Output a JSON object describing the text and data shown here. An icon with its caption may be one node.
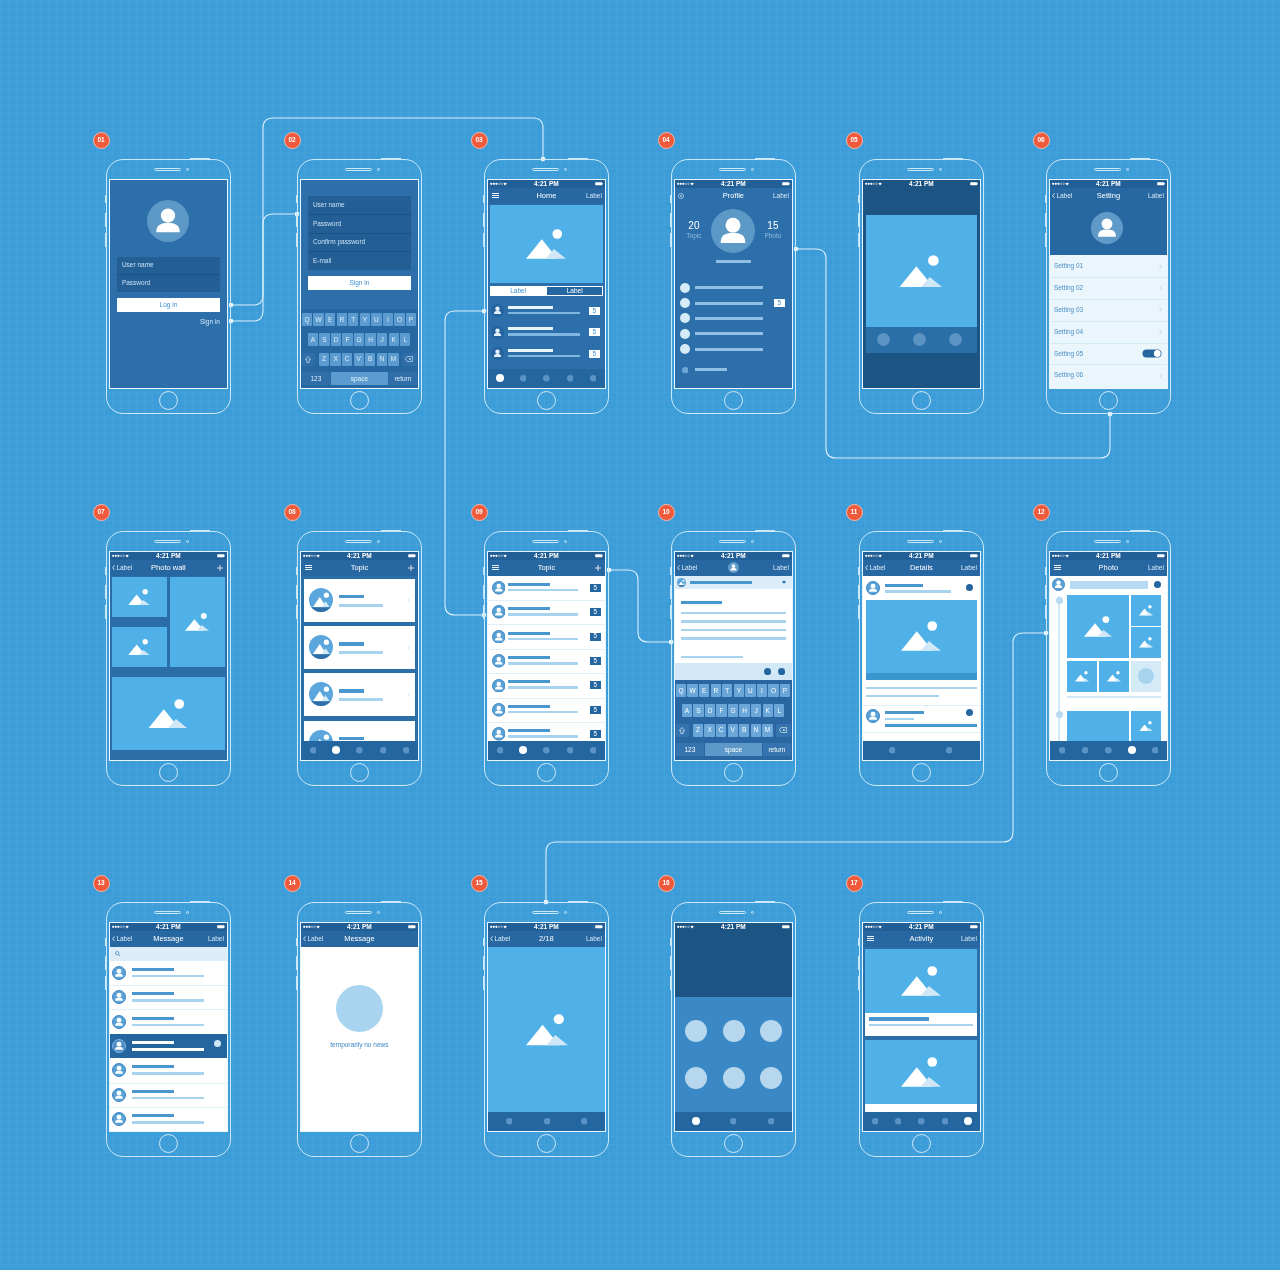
{
  "diagram": {
    "nodes": [
      {
        "text": [
          "User name",
          "Password",
          "Log in",
          "Sign in"
        ],
        "beside": [
          "01"
        ]
      },
      {
        "text": [
          "User name",
          "Password",
          "Confirm password",
          "E-mail",
          "Sign in",
          "Q",
          "W",
          "E",
          "R",
          "T",
          "Y",
          "U",
          "I",
          "O",
          "P",
          "A",
          "S",
          "D",
          "F",
          "G",
          "H",
          "J",
          "K",
          "L",
          "Z",
          "X",
          "C",
          "V",
          "B",
          "N",
          "M",
          "123",
          "space",
          "return"
        ],
        "beside": [
          "02"
        ]
      },
      {
        "text": [
          "4:21 PM",
          "Home",
          "Label",
          "Label",
          "Label",
          "5",
          "5",
          "5"
        ],
        "beside": [
          "03"
        ]
      },
      {
        "text": [
          "4:21 PM",
          "Profile",
          "Label",
          "20",
          "Topic",
          "15",
          "Photo",
          "5"
        ],
        "beside": [
          "04"
        ]
      },
      {
        "text": [
          "4:21 PM"
        ],
        "beside": [
          "05"
        ]
      },
      {
        "text": [
          "4:21 PM",
          "Label",
          "Setting",
          "Label",
          "Setting 01",
          "Setting 02",
          "Setting 03",
          "Setting 04",
          "Setting 05",
          "Setting 06"
        ],
        "beside": [
          "06"
        ]
      },
      {
        "text": [
          "4:21 PM",
          "Label",
          "Photo wall"
        ],
        "beside": [
          "07"
        ]
      },
      {
        "text": [
          "4:21 PM",
          "Topic"
        ],
        "beside": [
          "08"
        ]
      },
      {
        "text": [
          "4:21 PM",
          "Topic",
          "5",
          "5",
          "5",
          "5",
          "5",
          "5",
          "5"
        ],
        "beside": [
          "09"
        ]
      },
      {
        "text": [
          "4:21 PM",
          "Label",
          "Label",
          "Q",
          "W",
          "E",
          "R",
          "T",
          "Y",
          "U",
          "I",
          "O",
          "P",
          "A",
          "S",
          "D",
          "F",
          "G",
          "H",
          "J",
          "K",
          "L",
          "Z",
          "X",
          "C",
          "V",
          "B",
          "N",
          "M",
          "123",
          "space",
          "return"
        ],
        "beside": [
          "10"
        ]
      },
      {
        "text": [
          "4:21 PM",
          "Label",
          "Details",
          "Label"
        ],
        "beside": [
          "11"
        ]
      },
      {
        "text": [
          "4:21 PM",
          "Photo",
          "Label"
        ],
        "beside": [
          "12"
        ]
      },
      {
        "text": [
          "4:21 PM",
          "Label",
          "Message",
          "Label"
        ],
        "beside": [
          "13"
        ]
      },
      {
        "text": [
          "4:21 PM",
          "Label",
          "Message",
          "temporarily no news"
        ],
        "beside": [
          "14"
        ]
      },
      {
        "text": [
          "4:21 PM",
          "Label",
          "2/18",
          "Label"
        ],
        "beside": [
          "15"
        ]
      },
      {
        "text": [
          "4:21 PM"
        ],
        "beside": [
          "16"
        ]
      },
      {
        "text": [
          "4:21 PM",
          "Activity",
          "Label"
        ],
        "beside": [
          "17"
        ]
      }
    ],
    "edges": [
      {
        "from": 0,
        "to": 1,
        "arrow": "other"
      },
      {
        "from": 0,
        "to": 2,
        "arrow": "other"
      },
      {
        "from": 2,
        "to": 8,
        "arrow": "other"
      },
      {
        "from": 3,
        "to": 5,
        "arrow": "other"
      },
      {
        "from": 8,
        "to": 9,
        "arrow": "other"
      },
      {
        "from": 11,
        "to": 14,
        "arrow": "other"
      }
    ]
  }
}
